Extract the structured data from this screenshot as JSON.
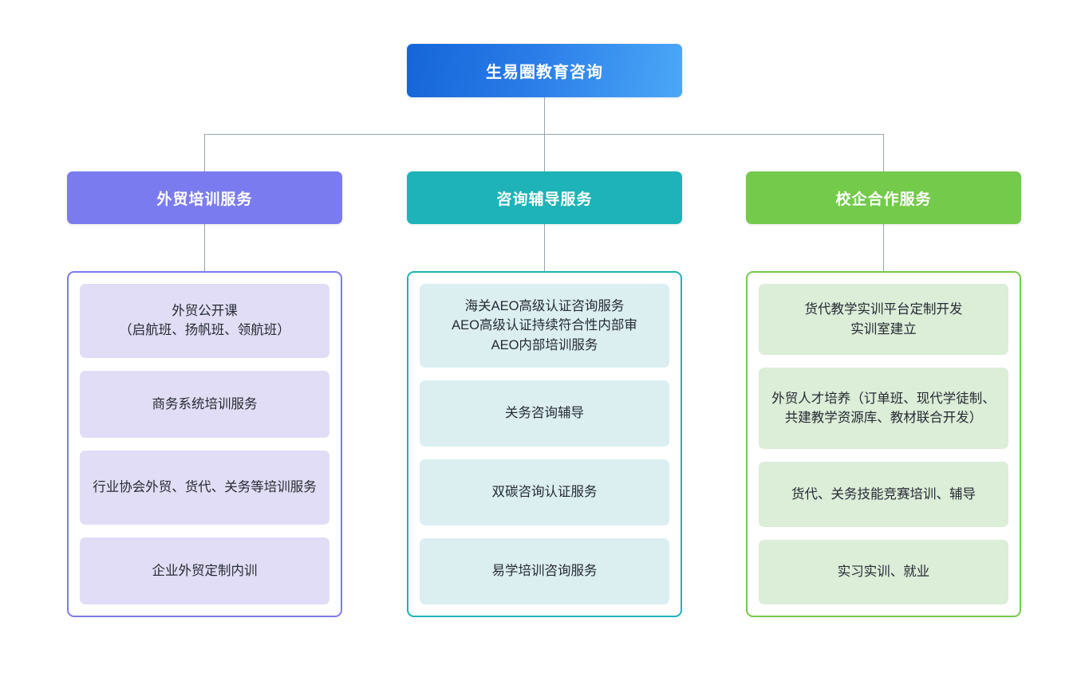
{
  "diagram": {
    "type": "org-chart",
    "root": {
      "label": "生易圈教育咨询",
      "color": "#1565d8"
    },
    "branches": [
      {
        "header": "外贸培训服务",
        "theme": "purple",
        "header_color": "#7b7bf0",
        "card_color": "#e1ddf6",
        "items": [
          "外贸公开课\n（启航班、扬帆班、领航班）",
          "商务系统培训服务",
          "行业协会外贸、货代、关务等培训服务",
          "企业外贸定制内训"
        ]
      },
      {
        "header": "咨询辅导服务",
        "theme": "teal",
        "header_color": "#1db3b8",
        "card_color": "#dbeff1",
        "items": [
          "海关AEO高级认证咨询服务\nAEO高级认证持续符合性内部审\nAEO内部培训服务",
          "关务咨询辅导",
          "双碳咨询认证服务",
          "易学培训咨询服务"
        ]
      },
      {
        "header": "校企合作服务",
        "theme": "green",
        "header_color": "#74ca4b",
        "card_color": "#dcedd8",
        "items": [
          "货代教学实训平台定制开发\n实训室建立",
          "外贸人才培养（订单班、现代学徒制、共建教学资源库、教材联合开发）",
          "货代、关务技能竞赛培训、辅导",
          "实习实训、就业"
        ]
      }
    ],
    "connector_color": "#9aa6b2"
  }
}
